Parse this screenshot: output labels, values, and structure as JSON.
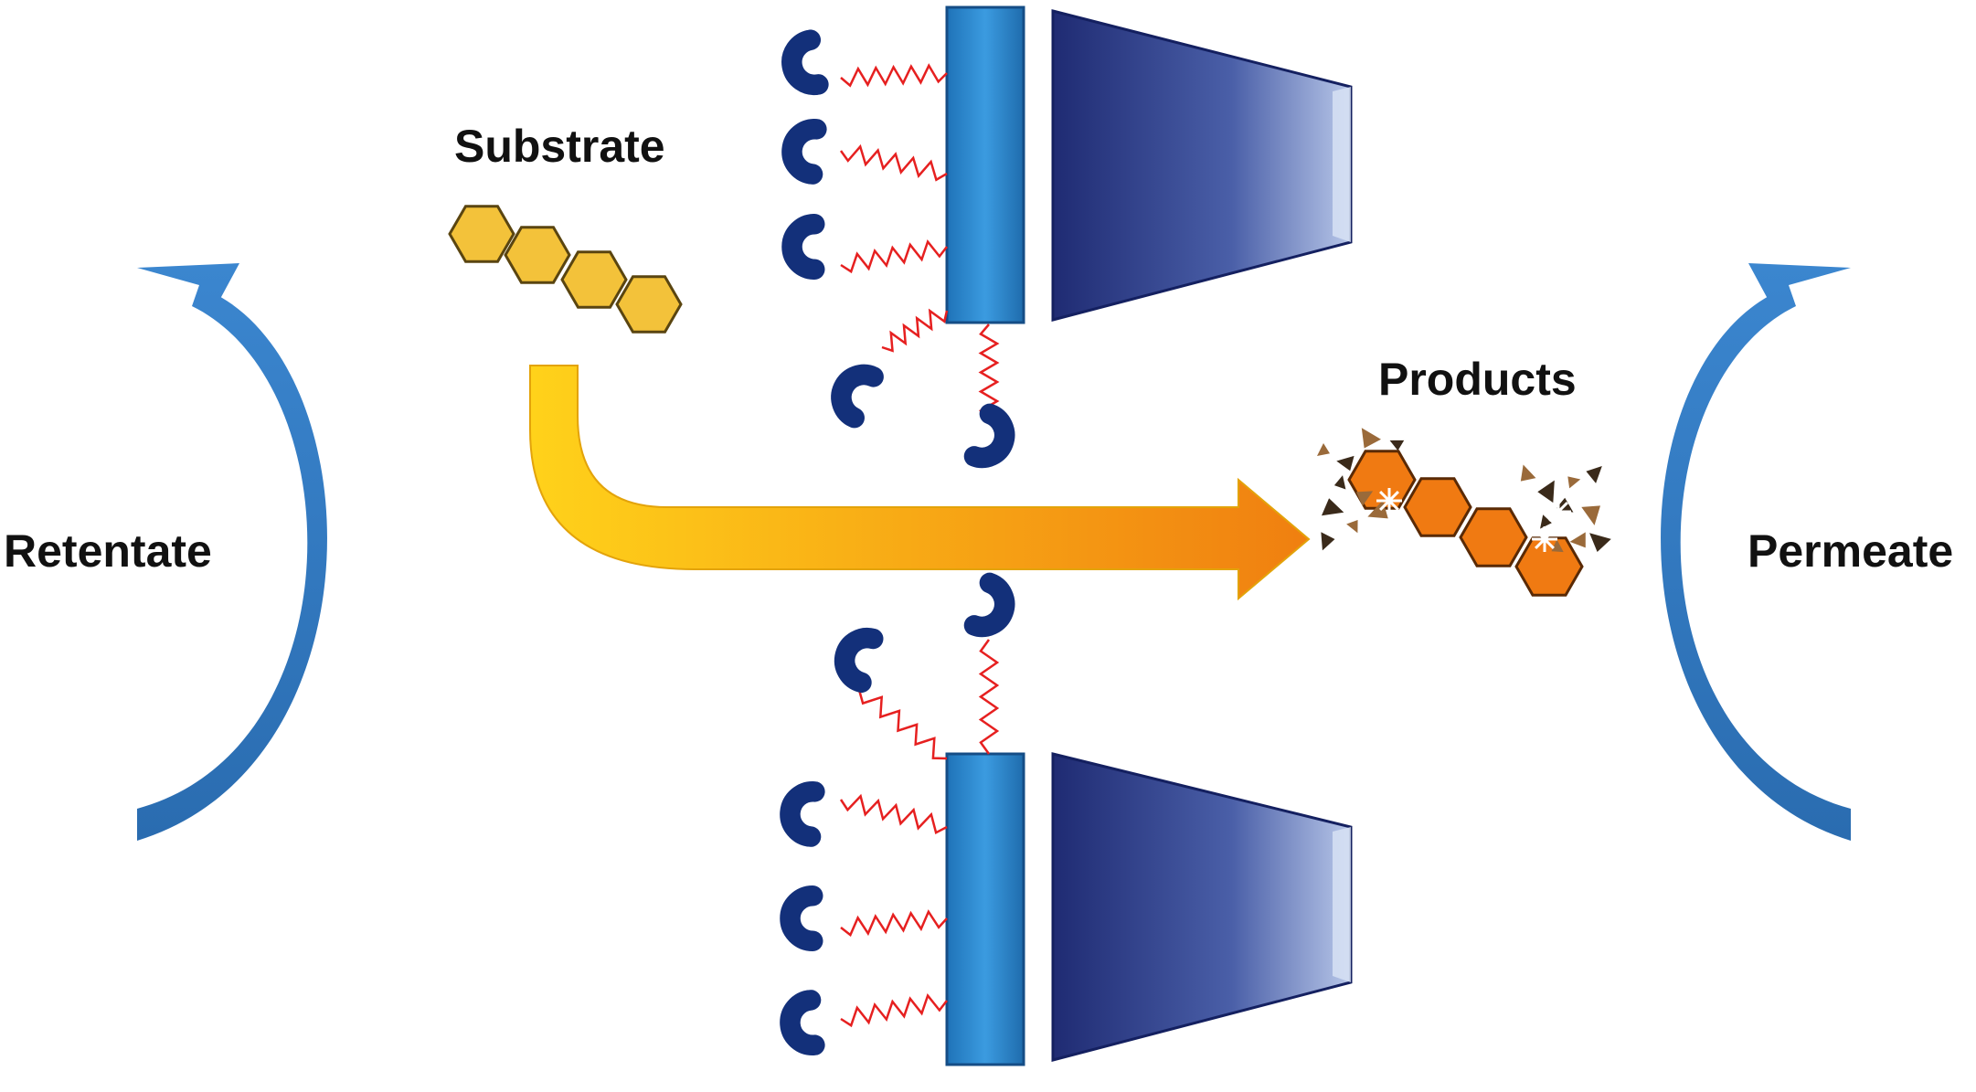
{
  "labels": {
    "substrate": "Substrate",
    "products": "Products",
    "retentate": "Retentate",
    "permeate": "Permeate"
  },
  "colors": {
    "enzyme": "#13307a",
    "linker": "#e62020",
    "membrane_layer": "#2a8ad0",
    "support": "#2f3f8f",
    "flow_arrow_start": "#ffd21a",
    "flow_arrow_end": "#f07f10",
    "substrate": "#f3c23a",
    "product": "#f07a12",
    "curved_arrow": "#2f78c2"
  },
  "icons": {
    "enzyme": "enzyme-icon",
    "substrate": "hexagon-chain-icon",
    "product": "hexagon-chain-icon",
    "fragments": "fragment-icon"
  }
}
